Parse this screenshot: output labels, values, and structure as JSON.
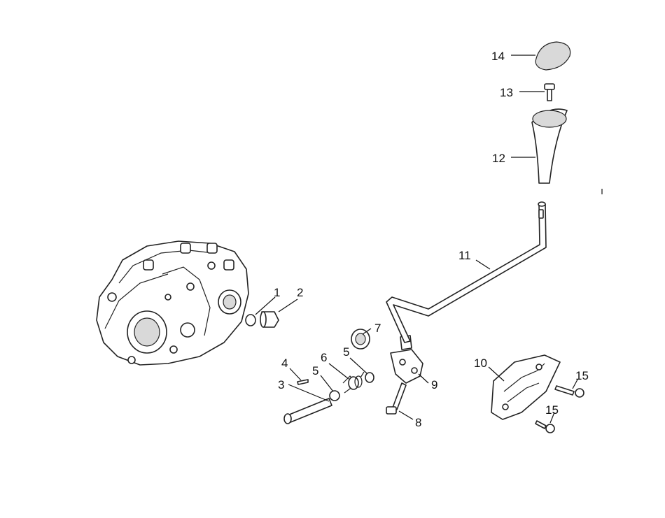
{
  "labels": {
    "p1": "1",
    "p2": "2",
    "p3": "3",
    "p4": "4",
    "p5a": "5",
    "p5b": "5",
    "p6": "6",
    "p7": "7",
    "p8": "8",
    "p9": "9",
    "p10": "10",
    "p11": "11",
    "p12": "12",
    "p13": "13",
    "p14": "14",
    "p15a": "15",
    "p15b": "15"
  }
}
